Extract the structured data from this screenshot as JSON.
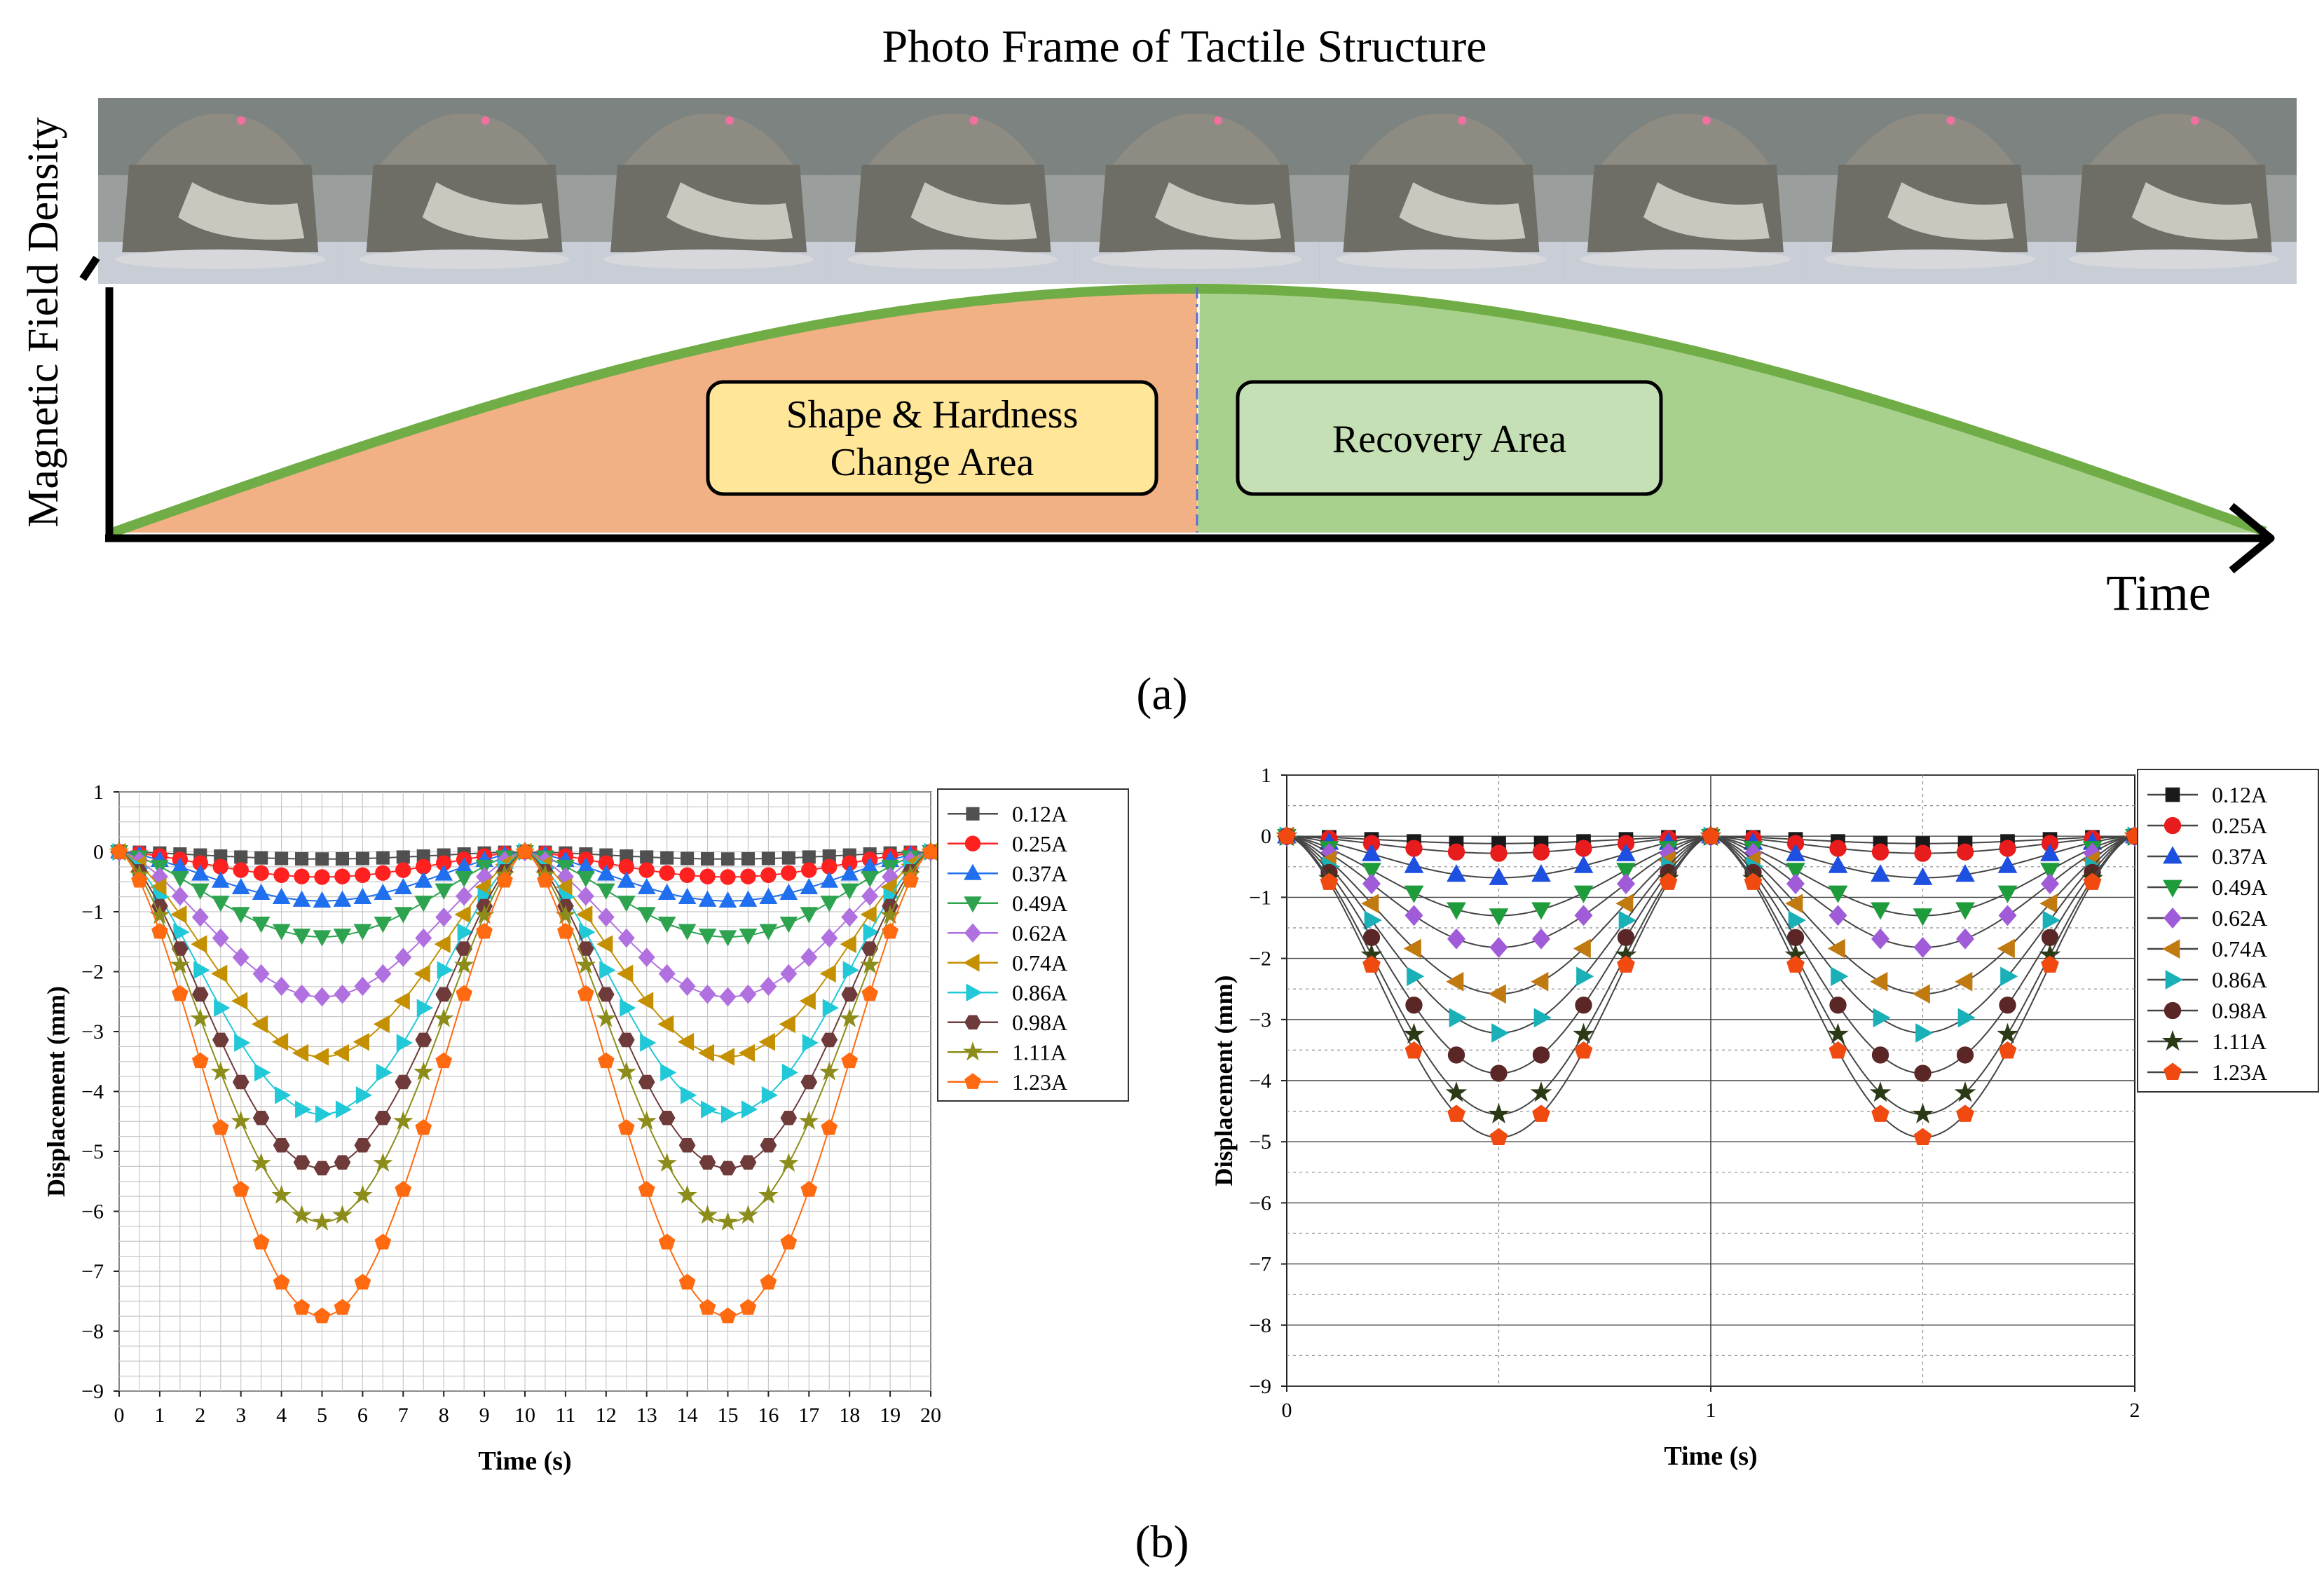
{
  "panel_a": {
    "title": "Photo Frame of Tactile Structure",
    "y_axis_label": "Magnetic Field Density",
    "x_axis_label": "Time",
    "label_change": [
      "Shape & Hardness",
      "Change Area"
    ],
    "label_recovery": "Recovery Area",
    "panel_label": "(a)",
    "photo_frame_count": 9,
    "colors": {
      "change_fill": "#F2B184",
      "recovery_fill": "#A9D18E",
      "curve": "#70AD47",
      "change_box": "#FFE699",
      "recovery_box": "#C5E0B4"
    }
  },
  "panel_b_label": "(b)",
  "chart_data": [
    {
      "type": "line",
      "xlabel": "Time (s)",
      "ylabel": "Displacement (mm)",
      "xlim": [
        0,
        20
      ],
      "ylim": [
        -9,
        1
      ],
      "xticks": [
        "0",
        "1",
        "2",
        "3",
        "4",
        "5",
        "6",
        "7",
        "8",
        "9",
        "10",
        "11",
        "12",
        "13",
        "14",
        "15",
        "16",
        "17",
        "18",
        "19",
        "20"
      ],
      "yticks": [
        "1",
        "0",
        "−1",
        "−2",
        "−3",
        "−4",
        "−5",
        "−6",
        "−7",
        "−8",
        "−9"
      ],
      "grid": true,
      "legend_position": "top-right",
      "period_s": 10,
      "series": [
        {
          "name": "0.12A",
          "color": "#505050",
          "marker": "square",
          "min_value": -0.12
        },
        {
          "name": "0.25A",
          "color": "#FF2020",
          "marker": "circle",
          "min_value": -0.42
        },
        {
          "name": "0.37A",
          "color": "#1F6FEF",
          "marker": "triangle-up",
          "min_value": -0.82
        },
        {
          "name": "0.49A",
          "color": "#2EA34F",
          "marker": "triangle-down",
          "min_value": -1.42
        },
        {
          "name": "0.62A",
          "color": "#B070E0",
          "marker": "diamond",
          "min_value": -2.42
        },
        {
          "name": "0.74A",
          "color": "#C49000",
          "marker": "triangle-left",
          "min_value": -3.42
        },
        {
          "name": "0.86A",
          "color": "#20C8D8",
          "marker": "triangle-right",
          "min_value": -4.38
        },
        {
          "name": "0.98A",
          "color": "#6E3A3A",
          "marker": "hexagon",
          "min_value": -5.28
        },
        {
          "name": "1.11A",
          "color": "#8C8C1A",
          "marker": "star",
          "min_value": -6.18
        },
        {
          "name": "1.23A",
          "color": "#FF6A10",
          "marker": "pentagon",
          "min_value": -7.75
        }
      ]
    },
    {
      "type": "line",
      "xlabel": "Time (s)",
      "ylabel": "Displacement (mm)",
      "xlim": [
        0,
        2
      ],
      "ylim": [
        -9,
        1
      ],
      "xticks": [
        "0",
        "1",
        "2"
      ],
      "yticks": [
        "1",
        "0",
        "−1",
        "−2",
        "−3",
        "−4",
        "−5",
        "−6",
        "−7",
        "−8",
        "−9"
      ],
      "grid": true,
      "legend_position": "top-right",
      "period_s": 1,
      "series": [
        {
          "name": "0.12A",
          "color": "#1A1A1A",
          "marker": "square",
          "min_value": -0.12
        },
        {
          "name": "0.25A",
          "color": "#E81C1C",
          "marker": "circle",
          "min_value": -0.28
        },
        {
          "name": "0.37A",
          "color": "#1D4FE0",
          "marker": "triangle-up",
          "min_value": -0.68
        },
        {
          "name": "0.49A",
          "color": "#1E9B3A",
          "marker": "triangle-down",
          "min_value": -1.3
        },
        {
          "name": "0.62A",
          "color": "#A05CD8",
          "marker": "diamond",
          "min_value": -1.82
        },
        {
          "name": "0.74A",
          "color": "#C07A10",
          "marker": "triangle-left",
          "min_value": -2.58
        },
        {
          "name": "0.86A",
          "color": "#1AB0B8",
          "marker": "triangle-right",
          "min_value": -3.22
        },
        {
          "name": "0.98A",
          "color": "#5A2626",
          "marker": "circle-dark",
          "min_value": -3.88
        },
        {
          "name": "1.11A",
          "color": "#2A3A14",
          "marker": "star",
          "min_value": -4.55
        },
        {
          "name": "1.23A",
          "color": "#F04A10",
          "marker": "pentagon",
          "min_value": -4.93
        }
      ]
    }
  ]
}
